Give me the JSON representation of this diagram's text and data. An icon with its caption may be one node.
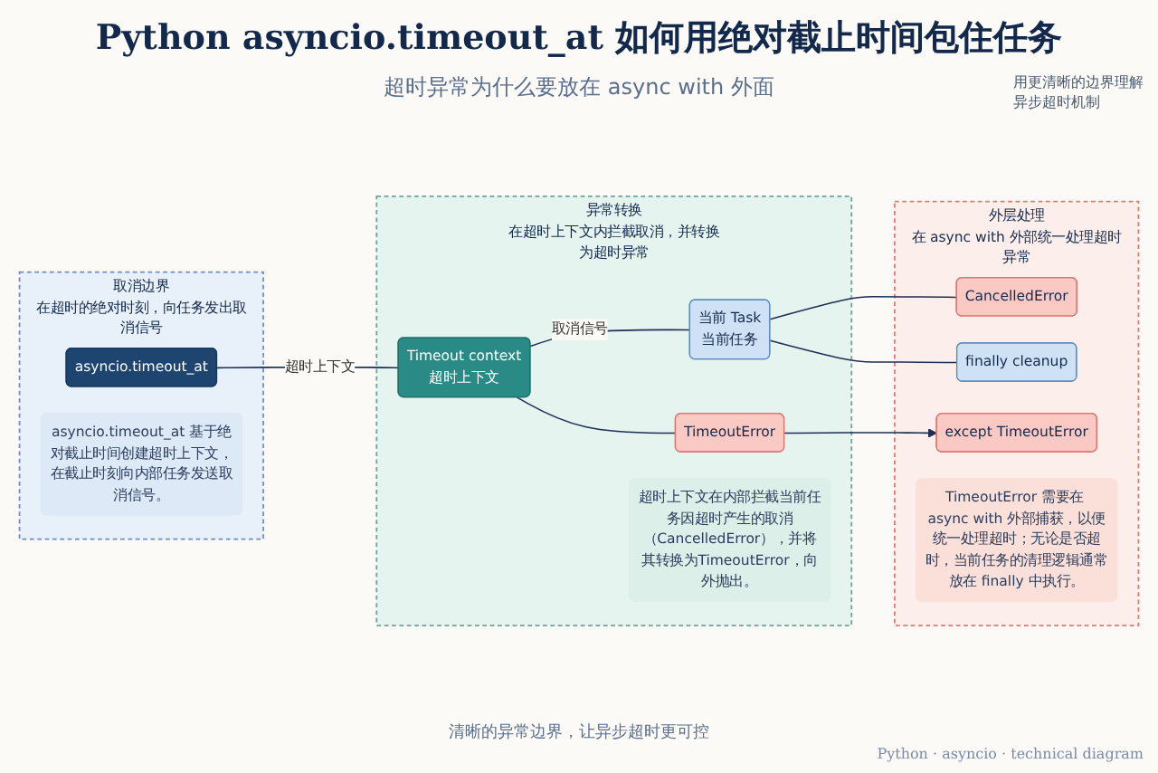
{
  "diagram": {
    "title": "Python asyncio.timeout_at 如何用绝对截止时间包住任务",
    "caption": "清晰的异常边界，让异步超时更可控",
    "nodes": [
      {
        "text": [
          "取消边界",
          "在超时的绝对时刻，向任务发出取消信号"
        ]
      },
      {
        "text": [
          "asyncio.timeout_at"
        ],
        "in": 0
      },
      {
        "text": [
          "asyncio.timeout_at 基于绝对截止时间创建超时上下文，在截止时刻向内部任务发送取消信号。"
        ],
        "in": 0
      },
      {
        "text": [
          "异常转换",
          "在超时上下文内拦截取消，并转换为超时异常"
        ]
      },
      {
        "text": [
          "Timeout context",
          "超时上下文"
        ],
        "in": 3
      },
      {
        "text": [
          "当前 Task",
          "当前任务"
        ],
        "in": 3
      },
      {
        "text": [
          "TimeoutError"
        ],
        "in": 3
      },
      {
        "text": [
          "超时上下文在内部拦截当前任务因超时产生的取消（CancelledError），并将其转换为TimeoutError，向外抛出。"
        ],
        "in": 3
      },
      {
        "text": [
          "外层处理",
          "在 async with 外部统一处理超时异常"
        ]
      },
      {
        "text": [
          "CancelledError"
        ],
        "in": 8
      },
      {
        "text": [
          "finally cleanup"
        ],
        "in": 8
      },
      {
        "text": [
          "except TimeoutError"
        ],
        "in": 8
      },
      {
        "text": [
          "TimeoutError 需要在 async with 外部捕获，以便统一处理超时；无论是否超时，当前任务的清理逻辑通常放在 finally 中执行。"
        ],
        "in": 8
      }
    ],
    "edges": [
      {
        "from": 1,
        "to": 4,
        "arrow": "none",
        "label": "超时上下文"
      },
      {
        "from": 4,
        "to": 5,
        "arrow": "none",
        "label": "取消信号"
      },
      {
        "from": 4,
        "to": 6,
        "arrow": "none"
      },
      {
        "from": 5,
        "to": 9,
        "arrow": "none"
      },
      {
        "from": 5,
        "to": 10,
        "arrow": "none"
      },
      {
        "from": 6,
        "to": 11,
        "arrow": "to"
      }
    ],
    "labels": [
      "超时异常为什么要放在 async with 外面",
      "用更清晰的边界理解异步超时机制",
      "Python · asyncio · technical diagram"
    ]
  }
}
